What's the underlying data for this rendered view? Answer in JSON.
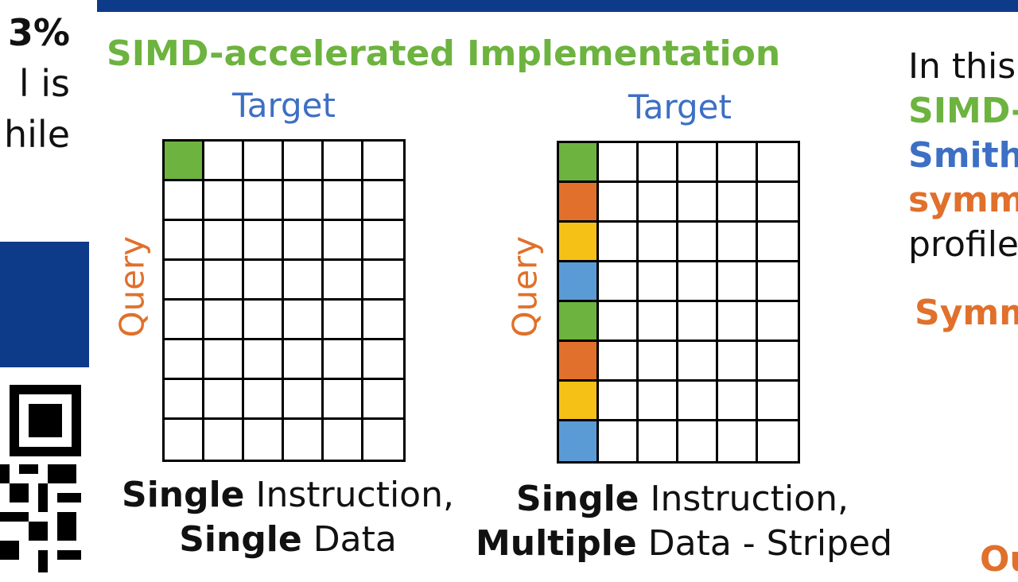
{
  "left_panel": {
    "lines": [
      "3%",
      "l  is",
      "hile"
    ]
  },
  "title": "SIMD-accelerated Implementation",
  "diagrams": [
    {
      "target_label": "Target",
      "query_label": "Query",
      "first_column_colors": [
        "#6db33f",
        "#ffffff",
        "#ffffff",
        "#ffffff",
        "#ffffff",
        "#ffffff",
        "#ffffff",
        "#ffffff"
      ],
      "caption_line1_bold": "Single",
      "caption_line1_rest": " Instruction,",
      "caption_line2_bold": "Single",
      "caption_line2_rest": " Data"
    },
    {
      "target_label": "Target",
      "query_label": "Query",
      "first_column_colors": [
        "#6db33f",
        "#e0702b",
        "#f5c116",
        "#5a9bd5",
        "#6db33f",
        "#e0702b",
        "#f5c116",
        "#5a9bd5"
      ],
      "caption_line1_bold": "Single",
      "caption_line1_rest": " Instruction,",
      "caption_line2_bold": "Multiple",
      "caption_line2_rest": " Data - Striped"
    }
  ],
  "right_column": {
    "line1": "In  this",
    "line2": "SIMD-",
    "line3": "Smith",
    "line4": "symm",
    "line5": "profile/",
    "line6": "Symm",
    "line7": "Ou",
    "colors": {
      "green": "#6db33f",
      "blue": "#3d6fc4",
      "orange": "#e0702b"
    }
  },
  "colors": {
    "banner_blue": "#0e3a8a",
    "title_green": "#6db33f",
    "target_blue": "#3d6fc4",
    "query_orange": "#e0702b"
  }
}
